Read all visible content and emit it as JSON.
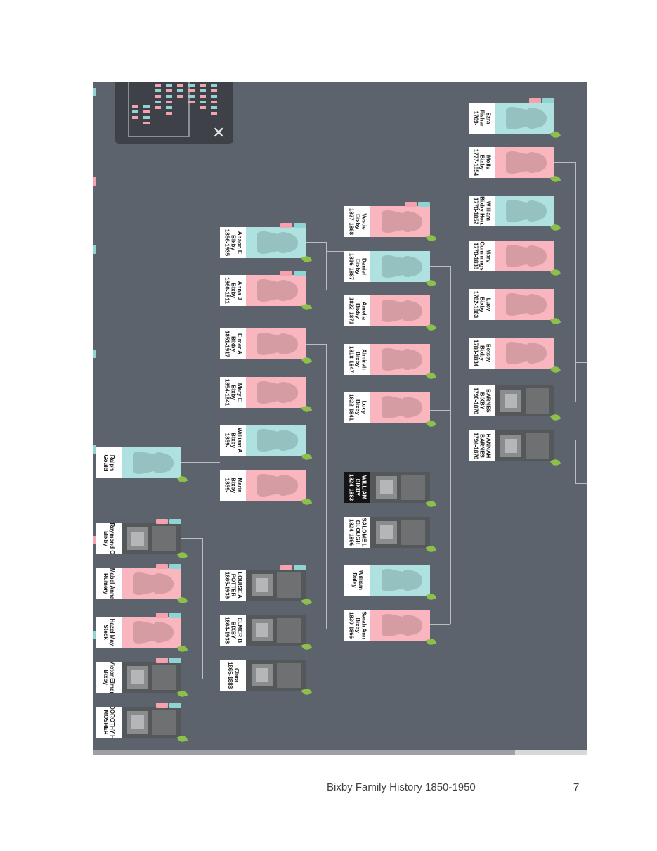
{
  "footer": {
    "title": "Bixby Family History 1850-1950",
    "page_number": "7"
  },
  "colors": {
    "canvas": "#5d636d",
    "male": "#aee1e0",
    "female": "#f9b6bf",
    "leaf": "#8cc04b",
    "footer_rule": "#8bb7c4"
  },
  "icons": {
    "close": "close-icon",
    "leaf": "leaf-hint-icon",
    "silhouette": "person-silhouette-icon",
    "photo": "photo-thumbnail"
  },
  "minimap_close_glyph": "✕",
  "people": [
    {
      "name": "Ezra\nFisher",
      "dates": "1769-",
      "gender": "male"
    },
    {
      "name": "Molly\nBixby",
      "dates": "1777-1854",
      "gender": "female"
    },
    {
      "name": "William\nBixby Hon.",
      "dates": "1770-1852",
      "gender": "male"
    },
    {
      "name": "Mary\nCummings",
      "dates": "1770-1838",
      "gender": "female"
    },
    {
      "name": "Lucy\nBixby",
      "dates": "1782-1863",
      "gender": "female"
    },
    {
      "name": "Betsey\nBixby",
      "dates": "1788-1834",
      "gender": "female"
    },
    {
      "name": "BARNES\nBIXBY",
      "dates": "1790-1870",
      "gender": "photo"
    },
    {
      "name": "HANNAH\nBARNES",
      "dates": "1794-1876",
      "gender": "photo"
    },
    {
      "name": "Vestie\nBixby",
      "dates": "1827-1868",
      "gender": "female"
    },
    {
      "name": "Daniel\nBixby",
      "dates": "1816-1887",
      "gender": "male"
    },
    {
      "name": "Amelia\nBixby",
      "dates": "1822-1871",
      "gender": "female"
    },
    {
      "name": "Almirah\nBixby",
      "dates": "1818-1847",
      "gender": "female"
    },
    {
      "name": "Lucy\nBixby",
      "dates": "1822-1841",
      "gender": "female"
    },
    {
      "name": "WILLIAM\nBIXBY",
      "dates": "1824-1883",
      "gender": "dark"
    },
    {
      "name": "SALOME L\nCLOUGH",
      "dates": "1824-1896",
      "gender": "photo"
    },
    {
      "name": "William\nDaley",
      "dates": "",
      "gender": "male"
    },
    {
      "name": "Sarah Ann\nBixby",
      "dates": "1830-1866",
      "gender": "female"
    },
    {
      "name": "Anson E\nBixby",
      "dates": "1856-1935",
      "gender": "male"
    },
    {
      "name": "Anna J\nBixby",
      "dates": "1860-1911",
      "gender": "female"
    },
    {
      "name": "Elmer A\nBixby",
      "dates": "1851-1917",
      "gender": "female"
    },
    {
      "name": "Mary E\nBixby",
      "dates": "1854-1941",
      "gender": "female"
    },
    {
      "name": "William A\nBixby",
      "dates": "1859-",
      "gender": "male"
    },
    {
      "name": "Maria\nBixby",
      "dates": "1859-",
      "gender": "female"
    },
    {
      "name": "LOUISE A\nPOTTER",
      "dates": "1865-1939",
      "gender": "photo"
    },
    {
      "name": "ELMER B\nBIXBY",
      "dates": "1864-1938",
      "gender": "photo"
    },
    {
      "name": "Clara",
      "dates": "1865-1888",
      "gender": "photo"
    },
    {
      "name": "Ralph\nGould",
      "dates": "",
      "gender": "male"
    },
    {
      "name": "Raymond O\nBixby",
      "dates": "",
      "gender": "photo"
    },
    {
      "name": "Mabel Anna\nRumery",
      "dates": "",
      "gender": "female"
    },
    {
      "name": "Hazel May\nSteck",
      "dates": "",
      "gender": "female"
    },
    {
      "name": "Victor Elmer\nBixby",
      "dates": "",
      "gender": "photo"
    },
    {
      "name": "DOROTHY H\nMOSHER",
      "dates": "",
      "gender": "photo"
    }
  ]
}
